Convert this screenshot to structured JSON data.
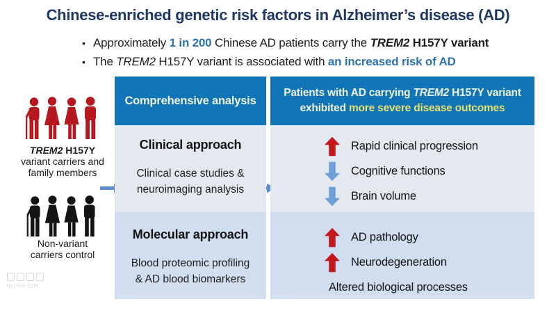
{
  "slide": {
    "title": "Chinese-enriched genetic risk factors in Alzheimer’s disease (AD)"
  },
  "bullets": {
    "marker": "•",
    "b1": {
      "t0": "Approximately ",
      "t1": "1 in 200",
      "t2": " Chinese AD patients carry the ",
      "t3": "TREM2",
      "t4": " H157Y variant"
    },
    "b2": {
      "t0": "The ",
      "t1": "TREM2",
      "t2": " H157Y variant is associated with ",
      "t3": "an increased risk of AD"
    }
  },
  "left": {
    "carriers": {
      "line1_gene": "TREM2",
      "line1_rest": " H157Y",
      "line2": "variant carriers and",
      "line3": "family members"
    },
    "control": {
      "line1": "Non-variant",
      "line2": "carriers control"
    },
    "watermark_text": "tp-pics-com"
  },
  "middle": {
    "header": "Comprehensive analysis",
    "clinical": {
      "title": "Clinical approach",
      "line1": "Clinical case studies &",
      "line2": "neuroimaging analysis"
    },
    "molecular": {
      "title": "Molecular approach",
      "line1": "Blood proteomic profiling",
      "line2": "& AD blood biomarkers"
    }
  },
  "right": {
    "header_line1": {
      "t0": "Patients with AD carrying ",
      "t1": "TREM2",
      "t2": " H157Y variant"
    },
    "header_line2": {
      "t0": "exhibited ",
      "t1": "more severe disease outcomes"
    },
    "clinical_rows": [
      {
        "arrow": "up-red",
        "label": "Rapid clinical progression"
      },
      {
        "arrow": "down-blue",
        "label": "Cognitive functions"
      },
      {
        "arrow": "down-blue",
        "label": "Brain volume"
      }
    ],
    "molecular_rows": [
      {
        "arrow": "up-red",
        "label": "AD pathology"
      },
      {
        "arrow": "up-red",
        "label": "Neurodegeneration"
      },
      {
        "arrow": "none",
        "label": "Altered biological processes"
      }
    ]
  },
  "colors": {
    "title_navy": "#203864",
    "accent_blue": "#2e74b5",
    "header_bar_blue": "#1174b6",
    "header_text_cream": "#eef3dc",
    "header_text_yellow": "#e6e06e",
    "panel_top_bg": "#e4e9f0",
    "panel_bottom_bg": "#d0def0",
    "arrow_red": "#c4161d",
    "arrow_blue": "#6f9fd8",
    "connector_blue": "#5e90cf",
    "figure_red": "#b5181e",
    "figure_black": "#141414"
  }
}
